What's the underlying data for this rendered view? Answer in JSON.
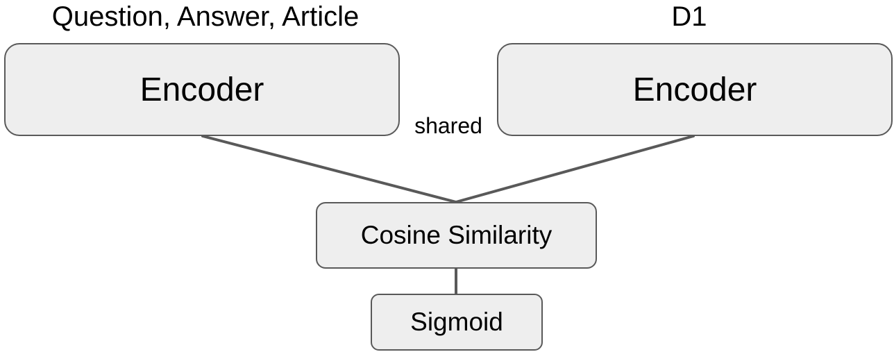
{
  "inputs": {
    "left": "Question, Answer, Article",
    "right": "D1"
  },
  "encoders": {
    "left": "Encoder",
    "right": "Encoder",
    "shared_label": "shared"
  },
  "cosine_similarity": "Cosine Similarity",
  "sigmoid": "Sigmoid",
  "colors": {
    "box_fill": "#eeeeee",
    "box_border": "#595959",
    "connector": "#595959",
    "text": "#000000"
  }
}
